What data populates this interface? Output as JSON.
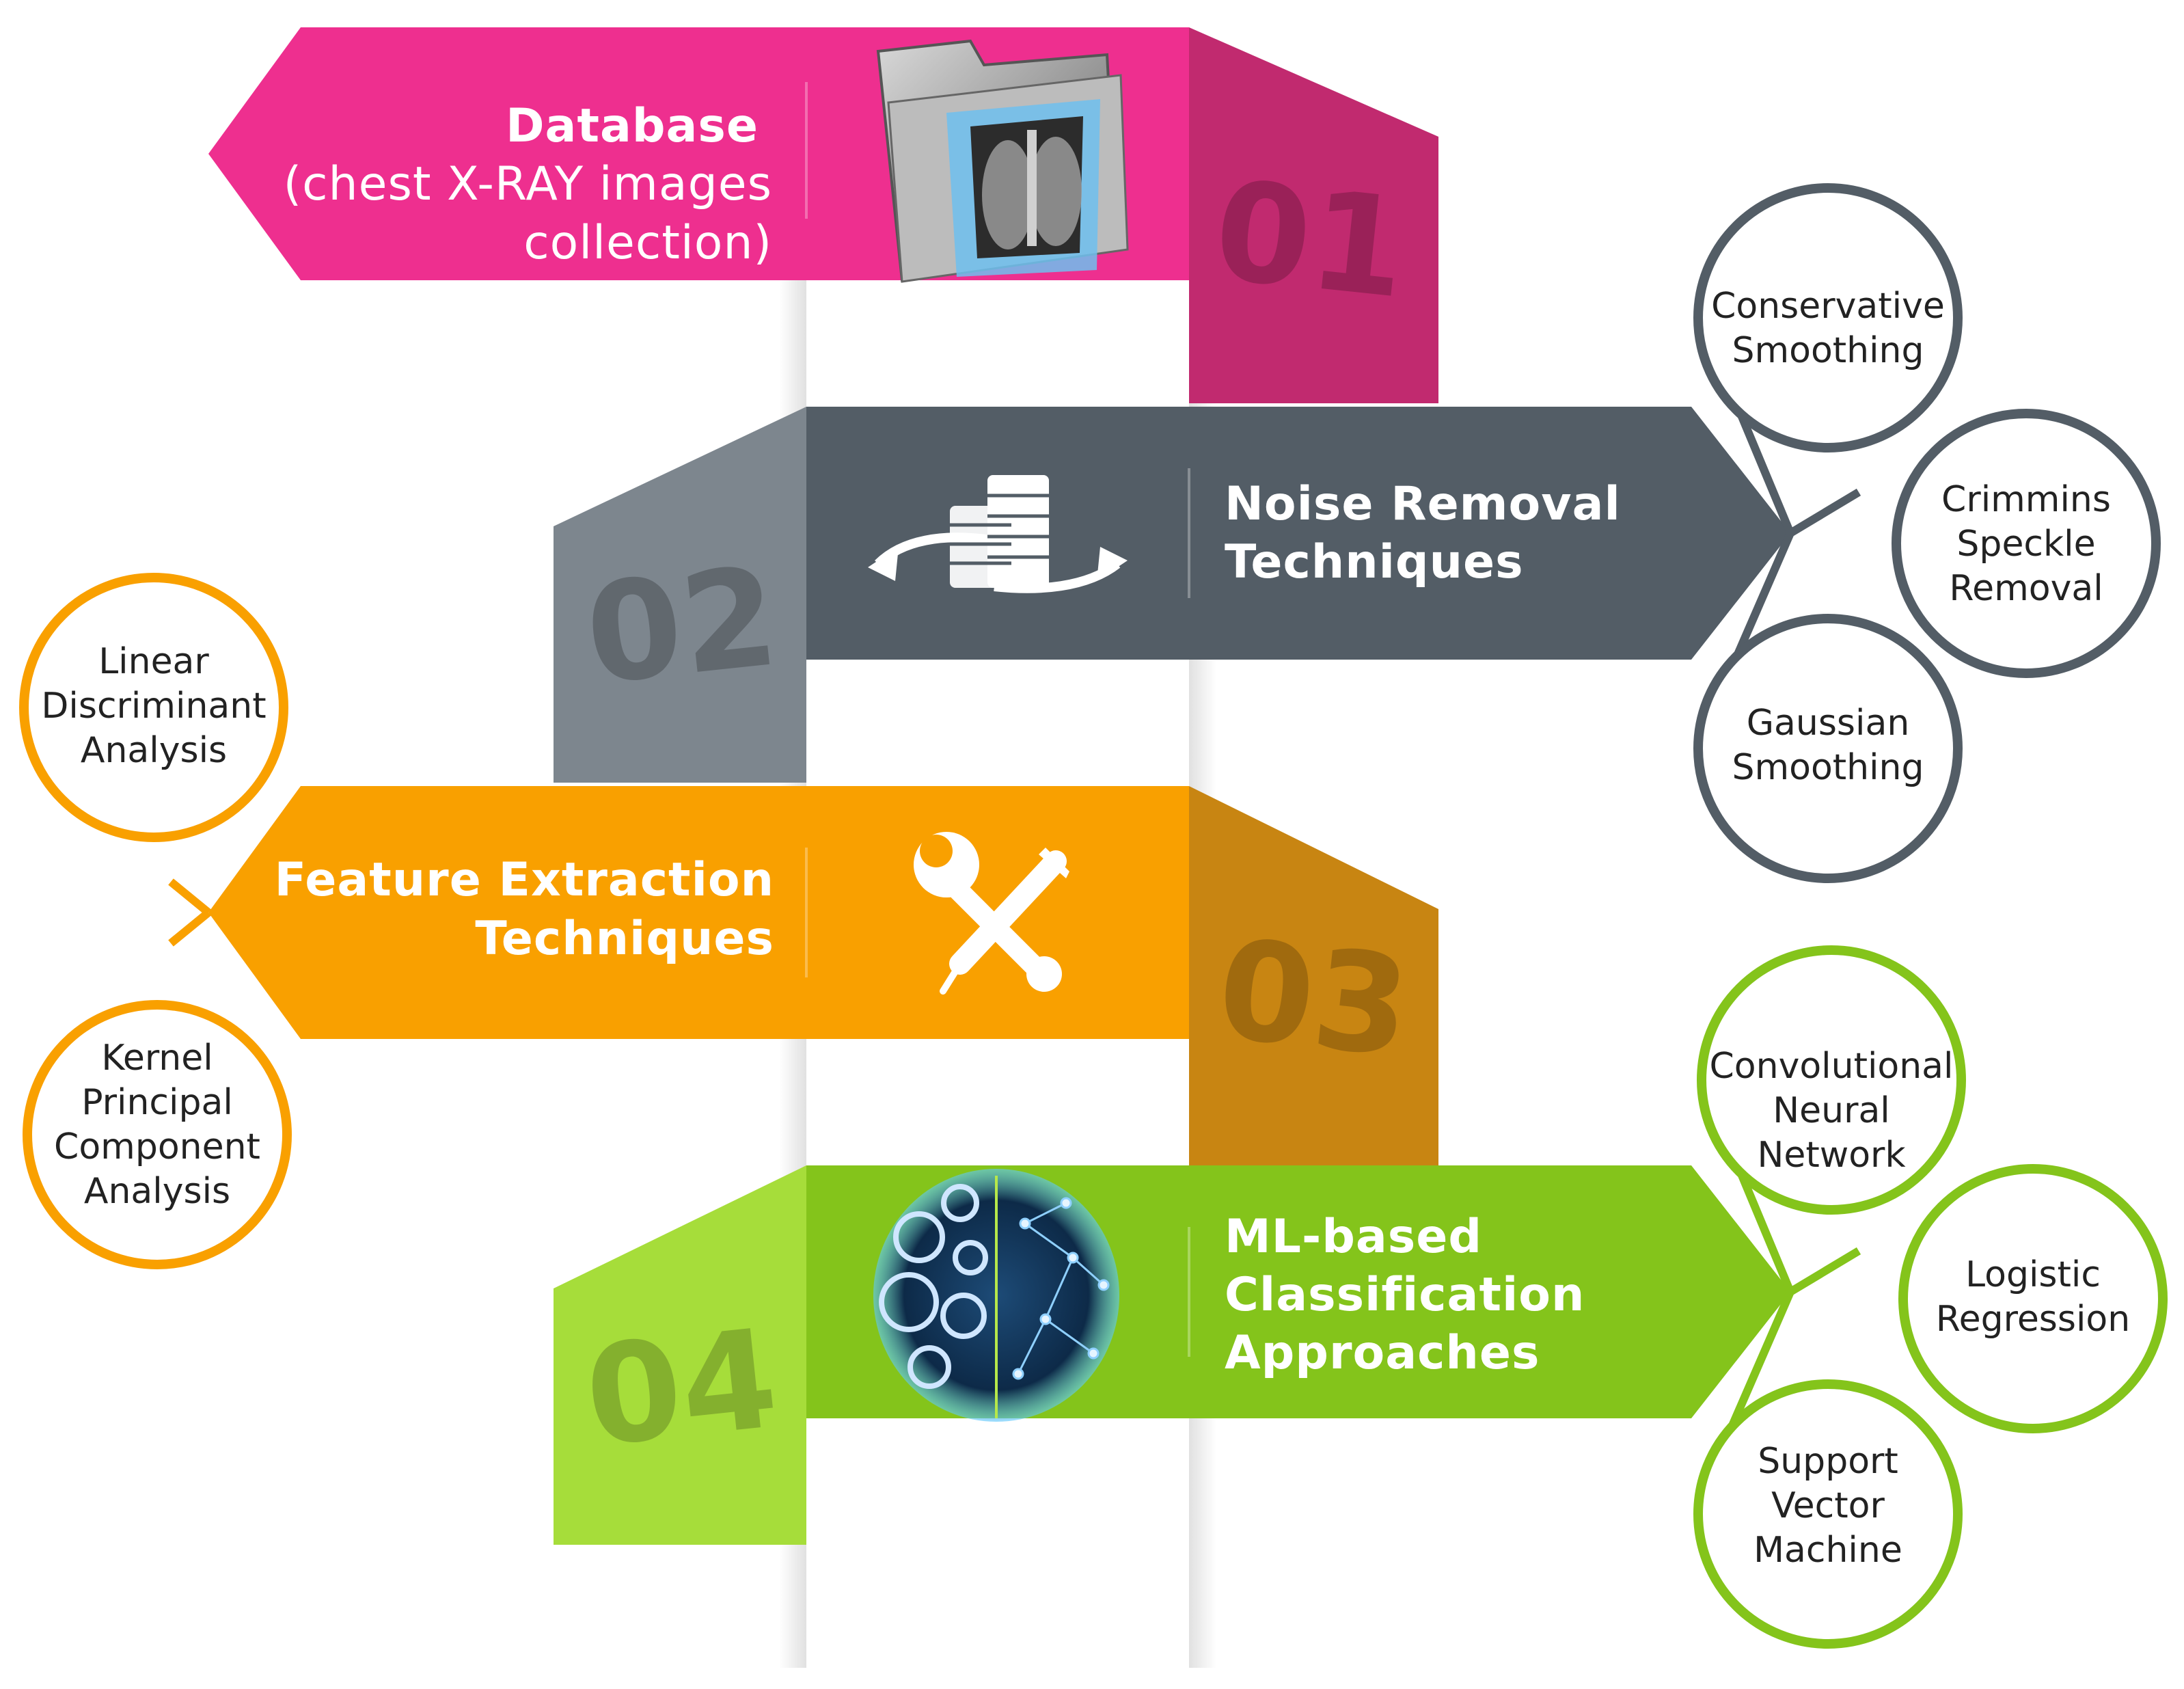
{
  "colors": {
    "step1": "#ee2f8f",
    "step1_dark": "#c12a6f",
    "step2": "#535d66",
    "step2_dark": "#7d868e",
    "step3": "#f9a000",
    "step3_dark": "#c88512",
    "step4": "#84c41b",
    "step4_dark": "#a6dd3a",
    "noise_circle": "#535d66",
    "feature_circle": "#f9a000",
    "ml_circle": "#84c41b"
  },
  "steps": [
    {
      "number": "01",
      "title": "Database",
      "subtitle_lines": [
        "(chest X-RAY images",
        "collection)"
      ],
      "icon": "folder-xray-icon"
    },
    {
      "number": "02",
      "title_lines": [
        "Noise Removal",
        "Techniques"
      ],
      "icon": "database-sync-icon"
    },
    {
      "number": "03",
      "title_lines": [
        "Feature Extraction",
        "Techniques"
      ],
      "icon": "tools-icon"
    },
    {
      "number": "04",
      "title_lines": [
        "ML-based",
        "Classification",
        "Approaches"
      ],
      "icon": "brain-gears-icon"
    }
  ],
  "noise_methods": [
    {
      "lines": [
        "Conservative",
        "Smoothing"
      ]
    },
    {
      "lines": [
        "Crimmins",
        "Speckle",
        "Removal"
      ]
    },
    {
      "lines": [
        "Gaussian",
        "Smoothing"
      ]
    }
  ],
  "feature_methods": [
    {
      "lines": [
        "Linear",
        "Discriminant",
        "Analysis"
      ]
    },
    {
      "lines": [
        "Kernel",
        "Principal",
        "Component",
        "Analysis"
      ]
    }
  ],
  "ml_methods": [
    {
      "lines": [
        "Convolutional",
        "Neural",
        "Network"
      ]
    },
    {
      "lines": [
        "Logistic",
        "Regression"
      ]
    },
    {
      "lines": [
        "Support",
        "Vector",
        "Machine"
      ]
    }
  ]
}
